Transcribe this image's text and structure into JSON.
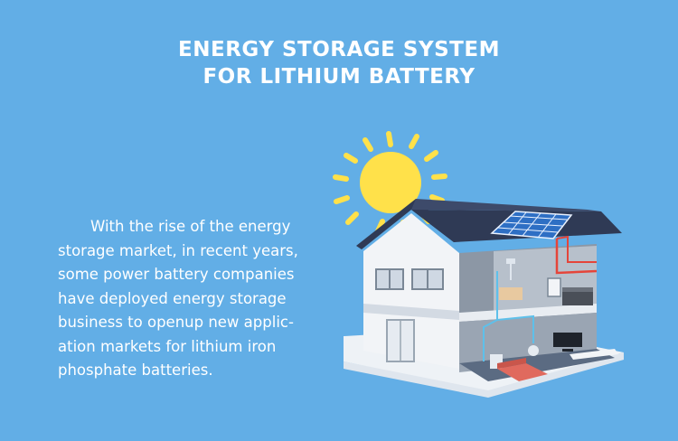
{
  "title": {
    "line1": "ENERGY STORAGE SYSTEM",
    "line2": "FOR LITHIUM BATTERY"
  },
  "body_text": {
    "lines": [
      "With the rise of the energy",
      "storage market, in recent years,",
      "some power battery companies",
      "have deployed energy storage",
      "business to openup new applic-",
      "ation markets for lithium iron",
      "phosphate batteries."
    ]
  },
  "illustration": {
    "subject": "house-solar-storage-illustration",
    "icons": [
      "sun-icon",
      "solar-panel-icon",
      "battery-storage-icon",
      "inverter-icon",
      "sofa-icon",
      "tv-icon"
    ]
  },
  "colors": {
    "background": "#62aee6",
    "text": "#ffffff",
    "sun": "#ffe14a",
    "roof": "#2f3a55",
    "solar_panel": "#2e6fc4",
    "wire": "#e5453a"
  }
}
